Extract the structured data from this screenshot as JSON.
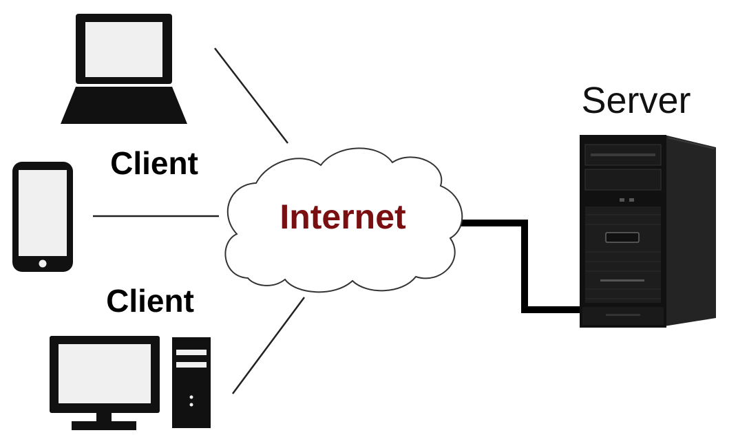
{
  "labels": {
    "client_top": "Client",
    "client_bottom": "Client",
    "internet": "Internet",
    "server": "Server"
  },
  "icons": {
    "laptop": "laptop-icon",
    "phone": "smartphone-icon",
    "desktop": "desktop-computer-icon",
    "server": "server-tower-icon",
    "cloud": "cloud-icon"
  },
  "colors": {
    "internet_text": "#7a0f12",
    "device_fill": "#111111",
    "screen_fill": "#f0f0f0",
    "line": "#222222",
    "cable": "#000000"
  }
}
